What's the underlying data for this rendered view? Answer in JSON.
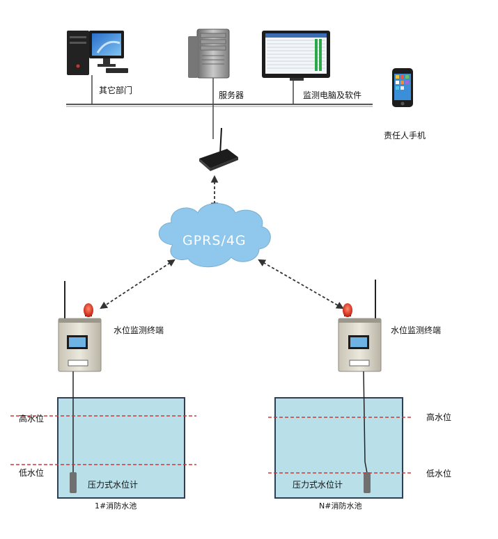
{
  "network": {
    "other_dept": "其它部门",
    "server": "服务器",
    "monitor_pc": "监测电脑及软件",
    "phone": "责任人手机",
    "cloud": "GPRS/4G"
  },
  "terminals": {
    "left_label": "水位监测终端",
    "right_label": "水位监测终端"
  },
  "pools": {
    "left": {
      "name": "1#消防水池",
      "high": "高水位",
      "low": "低水位",
      "sensor": "压力式水位计"
    },
    "right": {
      "name": "N#消防水池",
      "high": "高水位",
      "low": "低水位",
      "sensor": "压力式水位计"
    }
  },
  "colors": {
    "water": "#b9dfe9",
    "pool_border": "#2f3d57",
    "level_line": "#e03030",
    "cloud": "#8fc8ec"
  }
}
